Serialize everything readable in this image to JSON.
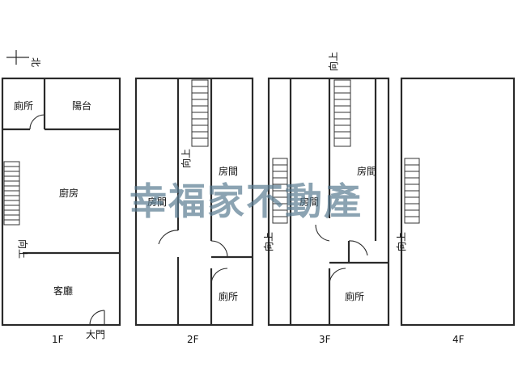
{
  "compass": {
    "label": "北"
  },
  "watermark": "幸福家不動產",
  "floors": [
    {
      "label": "1F",
      "rooms": {
        "toilet": "廁所",
        "balcony": "陽台",
        "kitchen": "廚房",
        "living": "客廳",
        "entrance": "大門"
      },
      "stair_note": "向上"
    },
    {
      "label": "2F",
      "rooms": {
        "room_left": "房間",
        "room_right": "房間",
        "toilet": "廁所"
      },
      "stair_note": "向上"
    },
    {
      "label": "3F",
      "rooms": {
        "room_left": "房間",
        "room_right": "房間",
        "toilet": "廁所"
      },
      "stair_note_left": "向上",
      "stair_note_right": "向上"
    },
    {
      "label": "4F",
      "stair_note": "向上"
    }
  ]
}
